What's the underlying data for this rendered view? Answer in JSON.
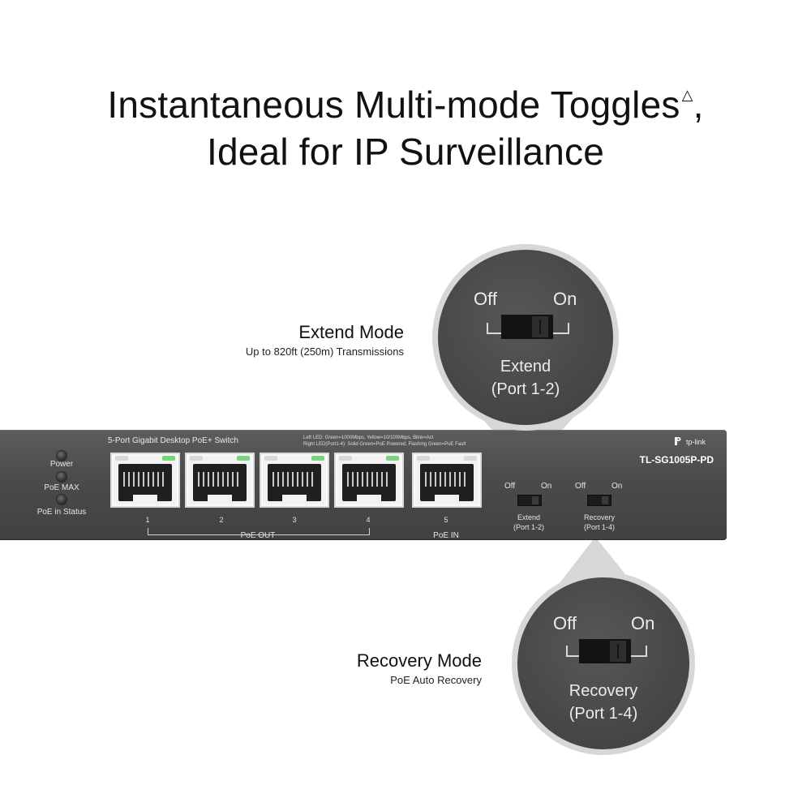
{
  "headline": {
    "line1": "Instantaneous Multi-mode Toggles",
    "line1_mark": "△",
    "line1_end": ",",
    "line2": "Ideal for IP Surveillance"
  },
  "extend_callout": {
    "title": "Extend Mode",
    "subtitle": "Up to 820ft (250m) Transmissions"
  },
  "recovery_callout": {
    "title": "Recovery Mode",
    "subtitle": "PoE Auto Recovery"
  },
  "device": {
    "product_line": "5-Port Gigabit Desktop PoE+ Switch",
    "led_legend_1": "Left LED:  Green=1000Mbps, Yellow=10/100Mbps, Blink=Act",
    "led_legend_2": "Right LED(Port1-4):  Solid Green=PoE Powered, Flashing Green=PoE Fault",
    "leds": [
      "Power",
      "PoE MAX",
      "PoE in Status"
    ],
    "ports": [
      "1",
      "2",
      "3",
      "4",
      "5"
    ],
    "poe_out_label": "PoE OUT",
    "poe_in_label": "PoE IN",
    "brand": "tp-link",
    "model": "TL-SG1005P-PD",
    "switches": [
      {
        "off": "Off",
        "on": "On",
        "caption1": "Extend",
        "caption2": "(Port 1-2)"
      },
      {
        "off": "Off",
        "on": "On",
        "caption1": "Recovery",
        "caption2": "(Port 1-4)"
      }
    ]
  },
  "zoom_extend": {
    "off": "Off",
    "on": "On",
    "caption1": "Extend",
    "caption2": "(Port 1-2)"
  },
  "zoom_recovery": {
    "off": "Off",
    "on": "On",
    "caption1": "Recovery",
    "caption2": "(Port 1-4)"
  },
  "colors": {
    "device": "#4a4c4e",
    "bubble_ring": "#d7d7d7",
    "port_led_green": "#7bd37b"
  }
}
